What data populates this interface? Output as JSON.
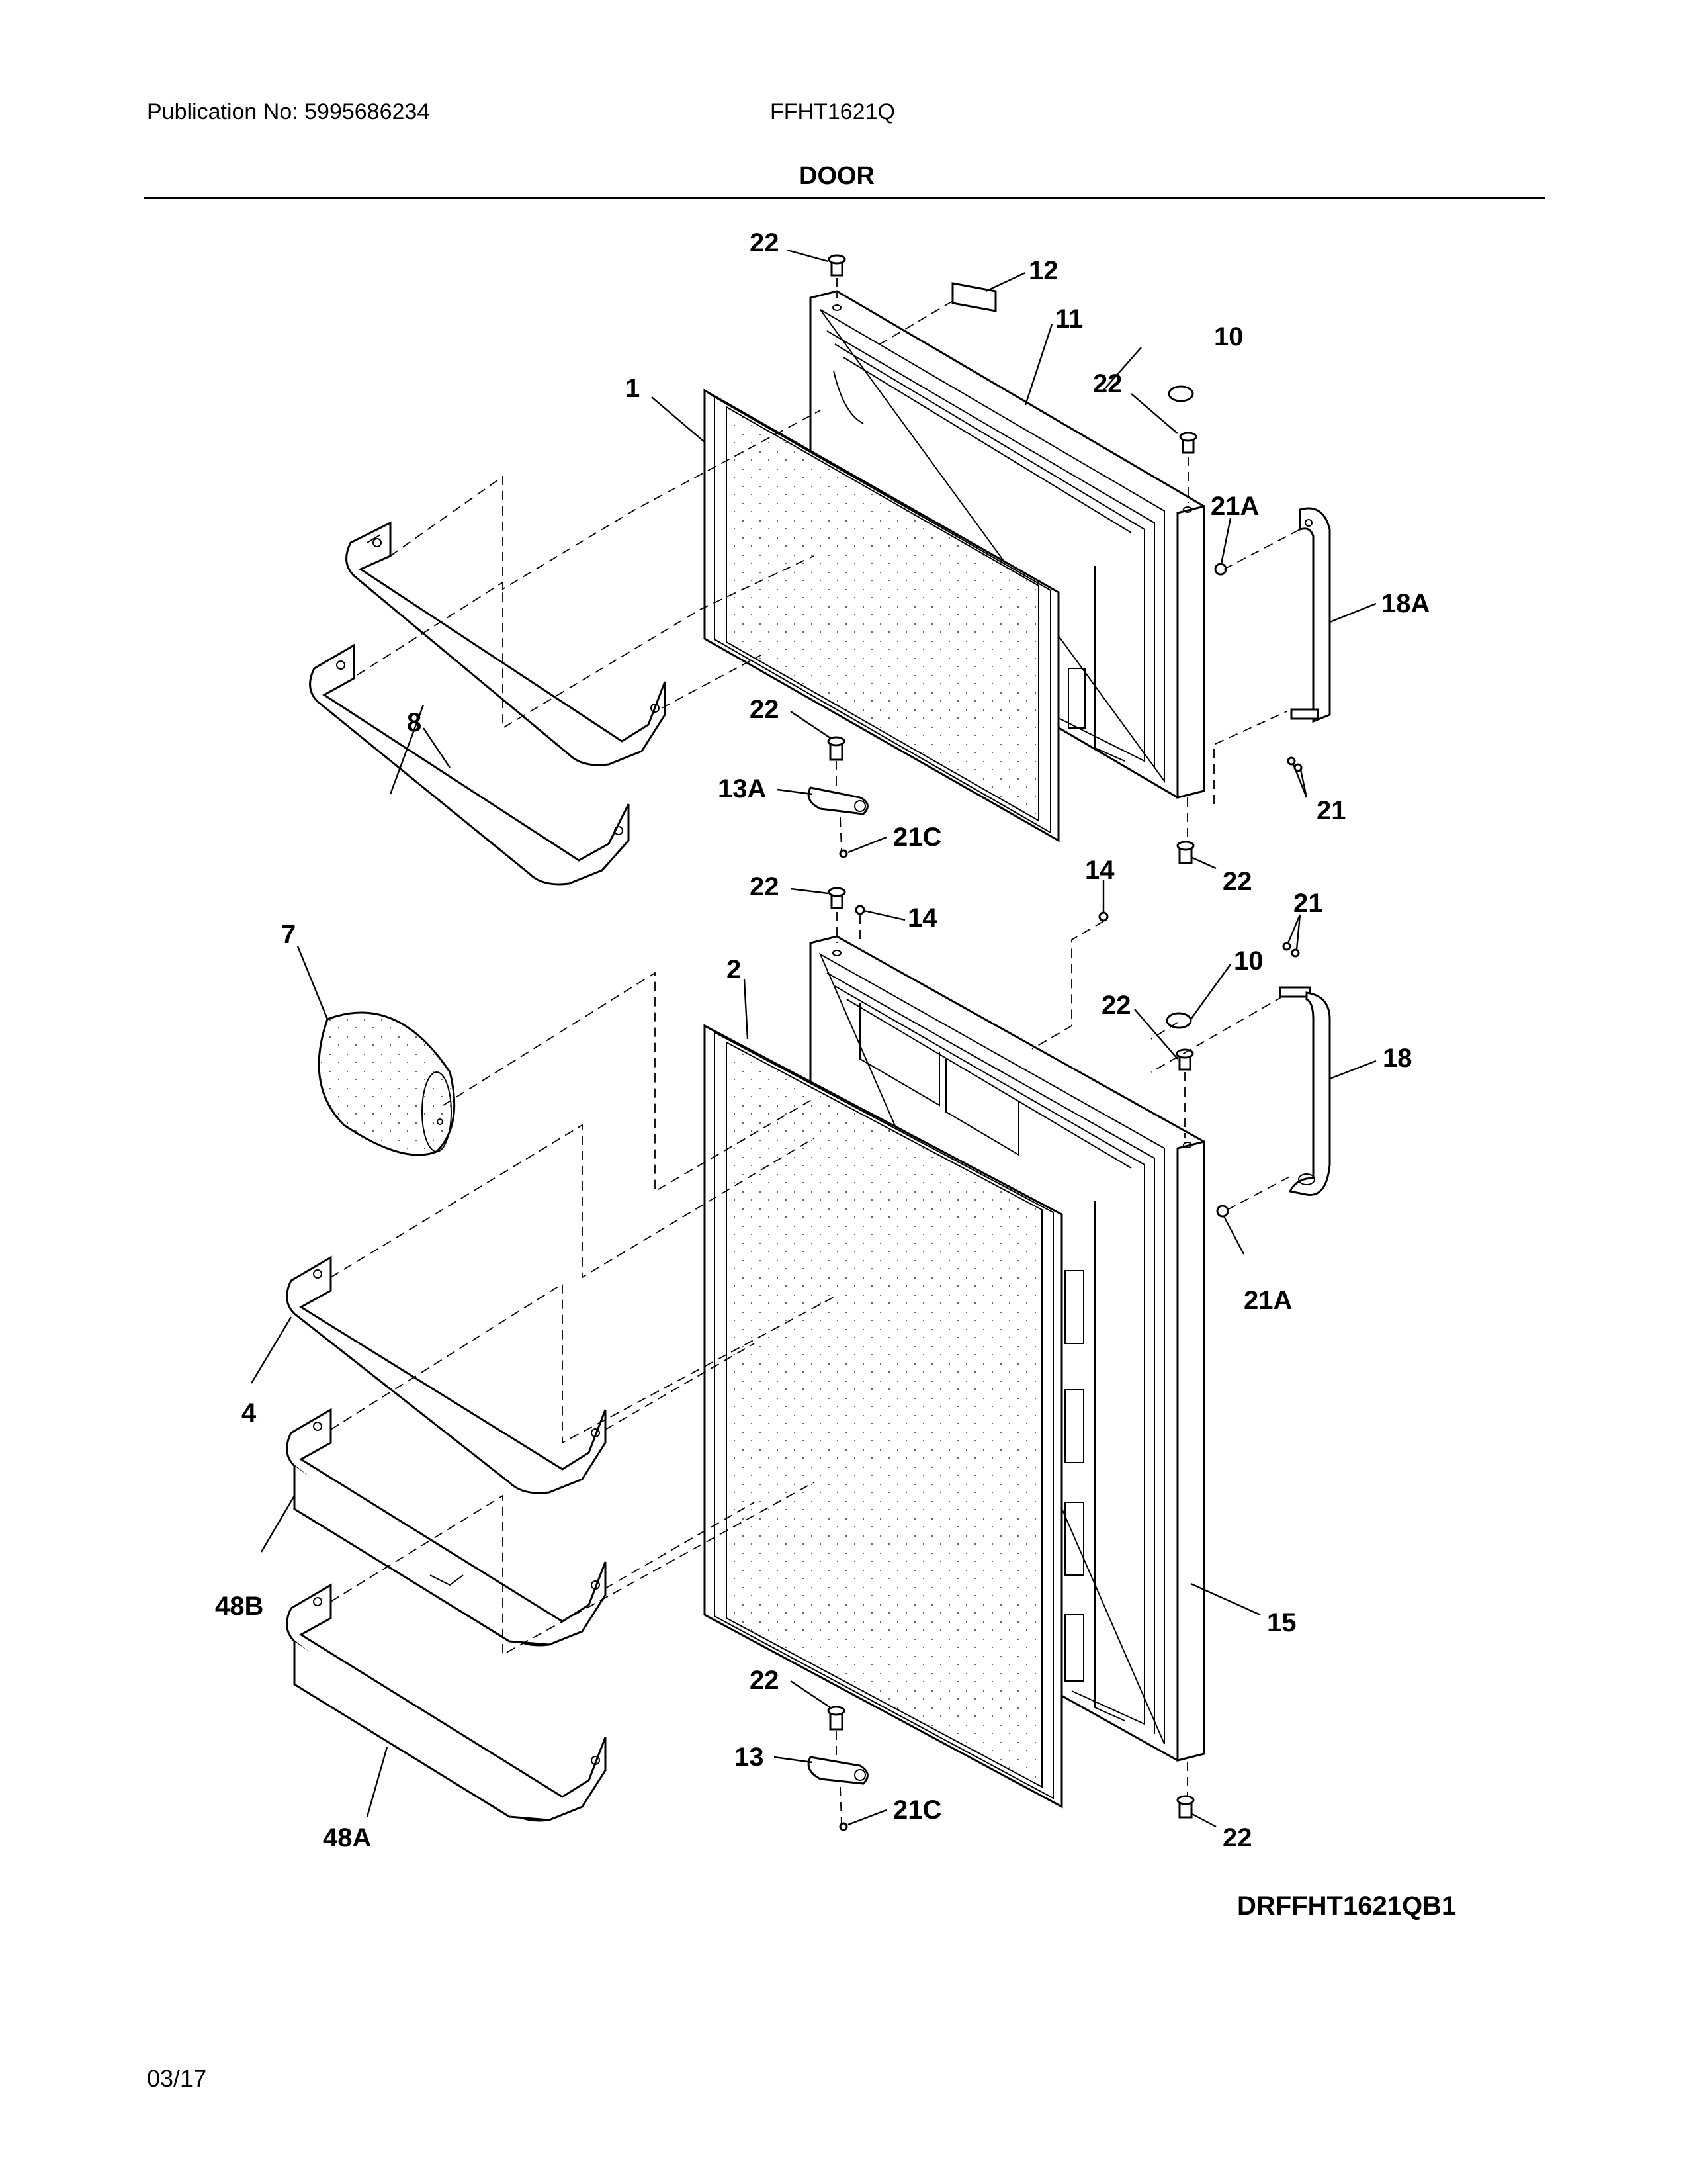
{
  "header": {
    "publication": "Publication No: 5995686234",
    "model": "FFHT1621Q",
    "section_title": "DOOR"
  },
  "footer": {
    "diagram_code": "DRFFHT1621QB1",
    "date": "03/17"
  },
  "callouts": {
    "c22a": "22",
    "c12": "12",
    "c11": "11",
    "c10a": "10",
    "c22b": "22",
    "c1": "1",
    "c21Aa": "21A",
    "c18A": "18A",
    "c8": "8",
    "c22c": "22",
    "c13A": "13A",
    "c21Ca": "21C",
    "c21a": "21",
    "c22d": "22",
    "c14a": "14",
    "c22e": "22",
    "c14b": "14",
    "c21b": "21",
    "c7": "7",
    "c10b": "10",
    "c2": "2",
    "c22f": "22",
    "c18": "18",
    "c21Ab": "21A",
    "c4": "4",
    "c48B": "48B",
    "c15": "15",
    "c22g": "22",
    "c13": "13",
    "c21Cb": "21C",
    "c22h": "22",
    "c48A": "48A"
  }
}
